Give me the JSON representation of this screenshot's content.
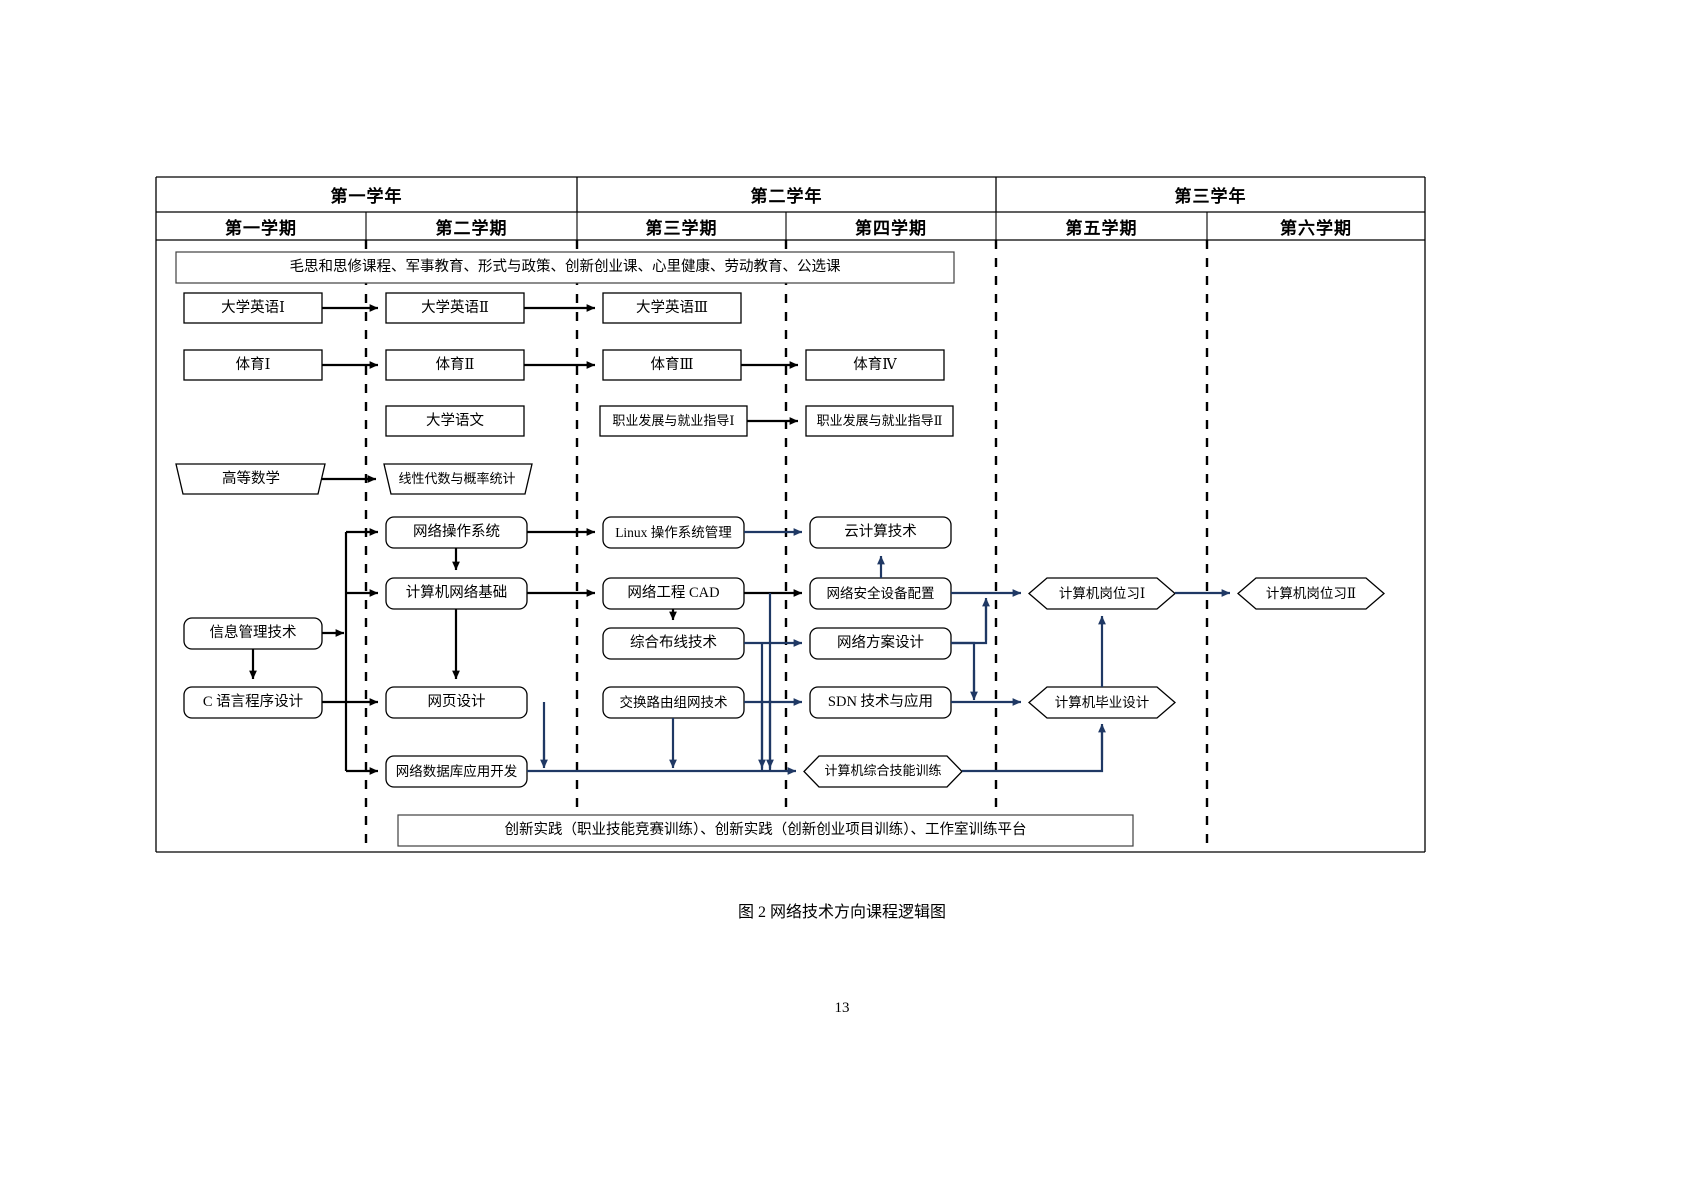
{
  "page": {
    "caption": "图 2 网络技术方向课程逻辑图",
    "page_number": "13"
  },
  "colors": {
    "ink": "#000000",
    "blue_arrow": "#1F3864",
    "node_border": "#000000",
    "node_fill": "#FFFFFF",
    "shadow": "#808080"
  },
  "header": {
    "years": [
      {
        "label": "第一学年"
      },
      {
        "label": "第二学年"
      },
      {
        "label": "第三学年"
      }
    ],
    "terms": [
      {
        "label": "第一学期"
      },
      {
        "label": "第二学期"
      },
      {
        "label": "第三学期"
      },
      {
        "label": "第四学期"
      },
      {
        "label": "第五学期"
      },
      {
        "label": "第六学期"
      }
    ]
  },
  "bands": {
    "top": "毛思和思修课程、军事教育、形式与政策、创新创业课、心里健康、劳动教育、公选课",
    "bottom": "创新实践（职业技能竞赛训练）、创新实践（创新创业项目训练）、工作室训练平台"
  },
  "nodes": {
    "english1": "大学英语Ⅰ",
    "english2": "大学英语Ⅱ",
    "english3": "大学英语Ⅲ",
    "pe1": "体育Ⅰ",
    "pe2": "体育Ⅱ",
    "pe3": "体育Ⅲ",
    "pe4": "体育Ⅳ",
    "chinese": "大学语文",
    "career1": "职业发展与就业指导Ⅰ",
    "career2": "职业发展与就业指导Ⅱ",
    "math_adv": "高等数学",
    "math_linear": "线性代数与概率统计",
    "net_os": "网络操作系统",
    "linux_admin": "Linux 操作系统管理",
    "cloud": "云计算技术",
    "net_basics": "计算机网络基础",
    "net_cad": "网络工程 CAD",
    "net_sec_dev": "网络安全设备配置",
    "cabling": "综合布线技术",
    "net_plan": "网络方案设计",
    "info_mgmt": "信息管理技术",
    "c_lang": "C 语言程序设计",
    "web_design": "网页设计",
    "switch_routing": "交换路由组网技术",
    "sdn": "SDN 技术与应用",
    "net_db": "网络数据库应用开发",
    "comp_skill_train": "计算机综合技能训练",
    "intern1": "计算机岗位习Ⅰ",
    "intern2": "计算机岗位习Ⅱ",
    "capstone": "计算机毕业设计"
  }
}
